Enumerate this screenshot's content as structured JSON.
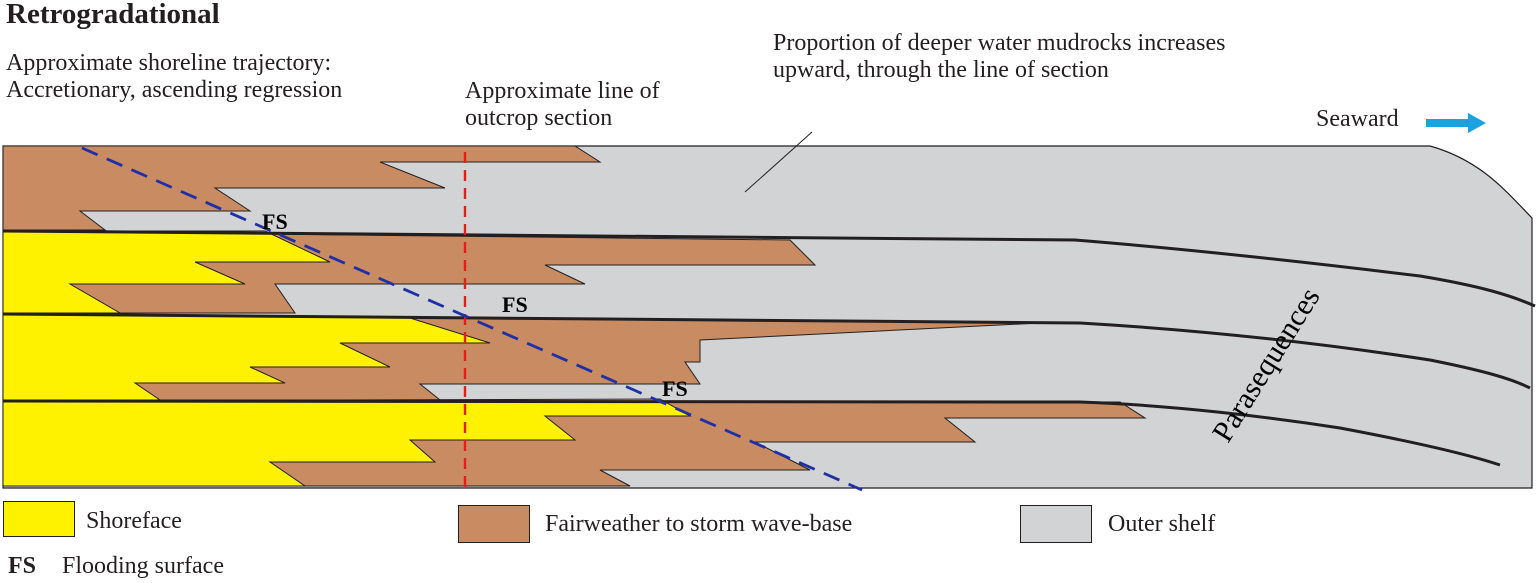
{
  "title": "Retrogradational",
  "notes": {
    "trajectory": "Approximate shoreline trajectory: Accretionary, ascending regression",
    "outcrop": "Approximate line of outcrop section",
    "mudrock": "Proportion of deeper water mudrocks increases upward, through the line of section",
    "seaward": "Seaward"
  },
  "labels": {
    "fs1": "FS",
    "fs2": "FS",
    "fs3": "FS",
    "parasequences": "Parasequences"
  },
  "legend": {
    "shoreface": "Shoreface",
    "fairweather": "Fairweather to storm wave-base",
    "outer_shelf": "Outer shelf",
    "fs_key": "FS",
    "fs_desc": "Flooding surface"
  },
  "colors": {
    "shoreface": "#fff200",
    "fairweather": "#c98b62",
    "outer_shelf": "#d1d3d4",
    "trajectory_line": "#1f2fa8",
    "outcrop_line": "#e0201b",
    "arrow": "#1ca2e0"
  }
}
